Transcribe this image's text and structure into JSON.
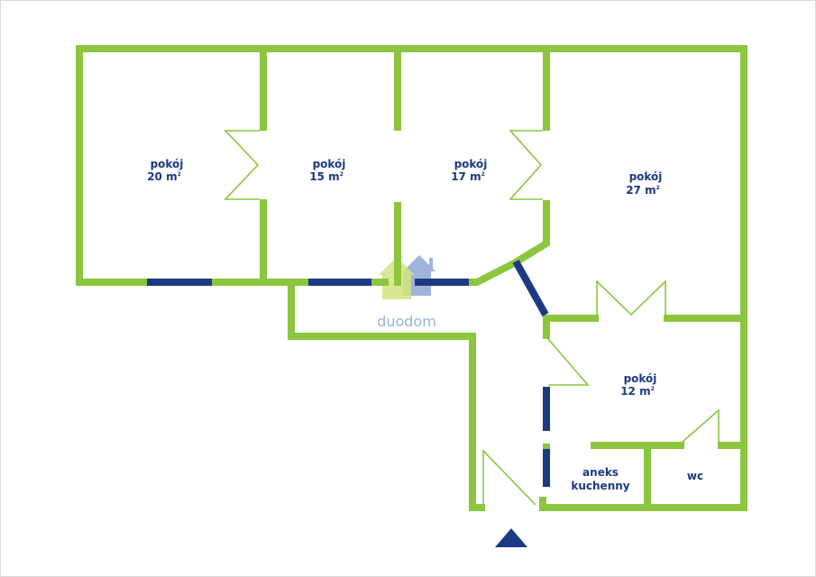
{
  "colors": {
    "wall": "#8cc63f",
    "window": "#1c3a82",
    "label": "#1c3a82",
    "entrance_marker": "#1c3a82",
    "logo_green": "#c8e06a",
    "logo_blue": "#8fa8d8",
    "logo_text": "#9bb0dc"
  },
  "rooms": [
    {
      "name": "pokój",
      "area_value": "20 m",
      "area_sup": "2"
    },
    {
      "name": "pokój",
      "area_value": "15 m",
      "area_sup": "2"
    },
    {
      "name": "pokój",
      "area_value": "17 m",
      "area_sup": "2"
    },
    {
      "name": "pokój",
      "area_value": "27 m",
      "area_sup": "2"
    },
    {
      "name": "pokój",
      "area_value": "12 m",
      "area_sup": "2"
    }
  ],
  "kitchenette": {
    "line1": "aneks",
    "line2": "kuchenny"
  },
  "wc": {
    "label": "wc"
  },
  "watermark": {
    "text": "duodom",
    "icon": "house-logo-icon"
  },
  "entrance": {
    "icon": "entrance-arrow-icon"
  }
}
